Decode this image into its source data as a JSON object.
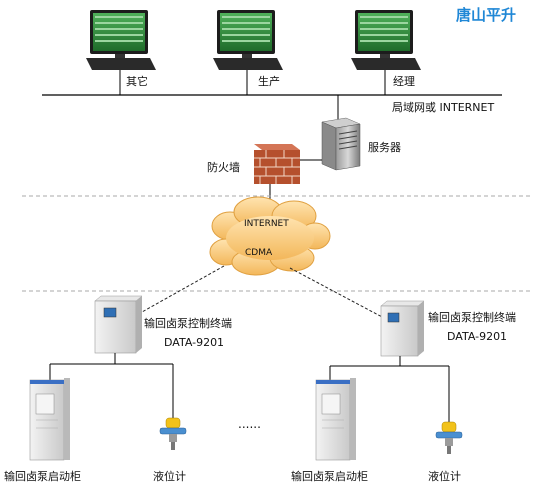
{
  "brand": "唐山平升",
  "network": {
    "computers": [
      {
        "label": "其它"
      },
      {
        "label": "生产"
      },
      {
        "label": "经理"
      }
    ],
    "lan_label": "局域网或 INTERNET",
    "server_label": "服务器",
    "firewall_label": "防火墙",
    "cloud": {
      "top": "INTERNET",
      "bottom": "CDMA"
    }
  },
  "terminals": [
    {
      "name": "输回卤泵控制终端",
      "model": "DATA-9201"
    },
    {
      "name": "输回卤泵控制终端",
      "model": "DATA-9201"
    }
  ],
  "devices": [
    {
      "cabinet": "输回卤泵启动柜",
      "meter": "液位计"
    },
    {
      "cabinet": "输回卤泵启动柜",
      "meter": "液位计"
    }
  ],
  "ellipsis": "......",
  "colors": {
    "brand": "#1f87d6",
    "monitor_screen": "#2f8a3a",
    "firewall": "#b5502d",
    "dashed": "#aaaaaa"
  }
}
